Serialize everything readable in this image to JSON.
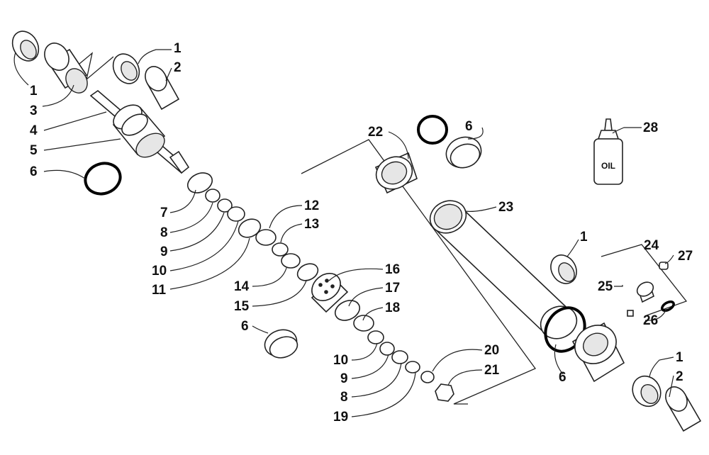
{
  "diagram": {
    "bottle_text": "OIL",
    "callouts": [
      {
        "id": "c1a",
        "text": "1"
      },
      {
        "id": "c2a",
        "text": "2"
      },
      {
        "id": "c1b",
        "text": "1"
      },
      {
        "id": "c3",
        "text": "3"
      },
      {
        "id": "c4",
        "text": "4"
      },
      {
        "id": "c5",
        "text": "5"
      },
      {
        "id": "c6a",
        "text": "6"
      },
      {
        "id": "c7",
        "text": "7"
      },
      {
        "id": "c8a",
        "text": "8"
      },
      {
        "id": "c9a",
        "text": "9"
      },
      {
        "id": "c10a",
        "text": "10"
      },
      {
        "id": "c11",
        "text": "11"
      },
      {
        "id": "c12",
        "text": "12"
      },
      {
        "id": "c13",
        "text": "13"
      },
      {
        "id": "c14",
        "text": "14"
      },
      {
        "id": "c15",
        "text": "15"
      },
      {
        "id": "c6b",
        "text": "6"
      },
      {
        "id": "c16",
        "text": "16"
      },
      {
        "id": "c17",
        "text": "17"
      },
      {
        "id": "c18",
        "text": "18"
      },
      {
        "id": "c10b",
        "text": "10"
      },
      {
        "id": "c9b",
        "text": "9"
      },
      {
        "id": "c8b",
        "text": "8"
      },
      {
        "id": "c19",
        "text": "19"
      },
      {
        "id": "c20",
        "text": "20"
      },
      {
        "id": "c21",
        "text": "21"
      },
      {
        "id": "c22",
        "text": "22"
      },
      {
        "id": "c6c",
        "text": "6"
      },
      {
        "id": "c23",
        "text": "23"
      },
      {
        "id": "c28",
        "text": "28"
      },
      {
        "id": "c1c",
        "text": "1"
      },
      {
        "id": "c24",
        "text": "24"
      },
      {
        "id": "c27",
        "text": "27"
      },
      {
        "id": "c25",
        "text": "25"
      },
      {
        "id": "c26",
        "text": "26"
      },
      {
        "id": "c6d",
        "text": "6"
      },
      {
        "id": "c1d",
        "text": "1"
      },
      {
        "id": "c2b",
        "text": "2"
      }
    ]
  }
}
